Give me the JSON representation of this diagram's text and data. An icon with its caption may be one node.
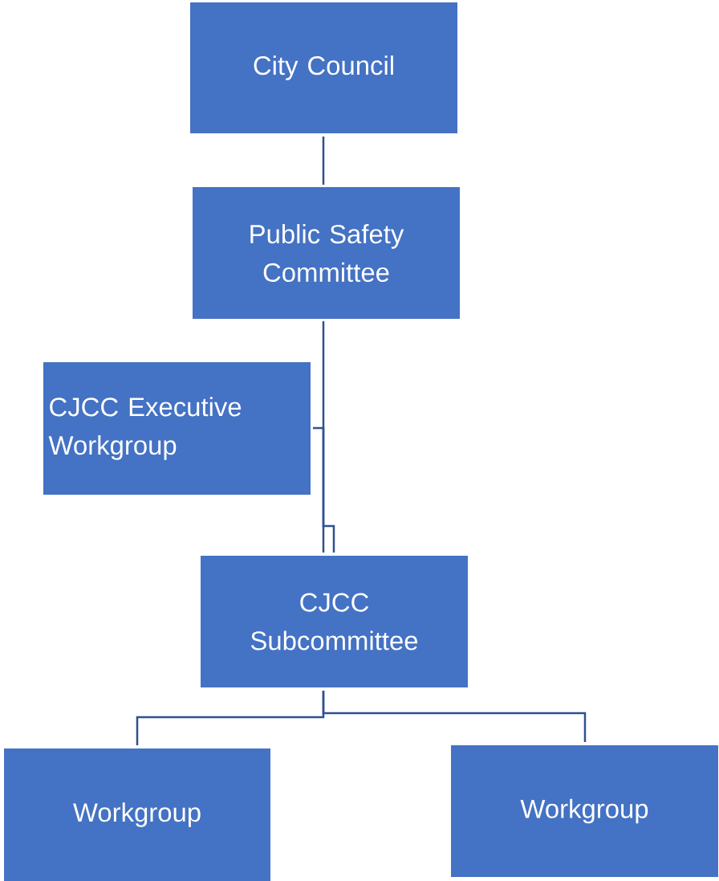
{
  "diagram": {
    "nodes": [
      {
        "text": [
          "City Council"
        ]
      },
      {
        "text": [
          "Public Safety Committee"
        ]
      },
      {
        "text": [
          "CJCC Executive Workgroup"
        ]
      },
      {
        "text": [
          "CJCC Subcommittee"
        ]
      },
      {
        "text": [
          "Workgroup"
        ]
      },
      {
        "text": [
          "Workgroup"
        ]
      }
    ],
    "edges": [
      {
        "from": 0,
        "to": 1,
        "arrow": "none"
      },
      {
        "from": 1,
        "to": 3,
        "arrow": "none"
      },
      {
        "from": 2,
        "to": 3,
        "arrow": "none"
      },
      {
        "from": 3,
        "to": 4,
        "arrow": "none"
      },
      {
        "from": 3,
        "to": 5,
        "arrow": "none"
      }
    ]
  }
}
